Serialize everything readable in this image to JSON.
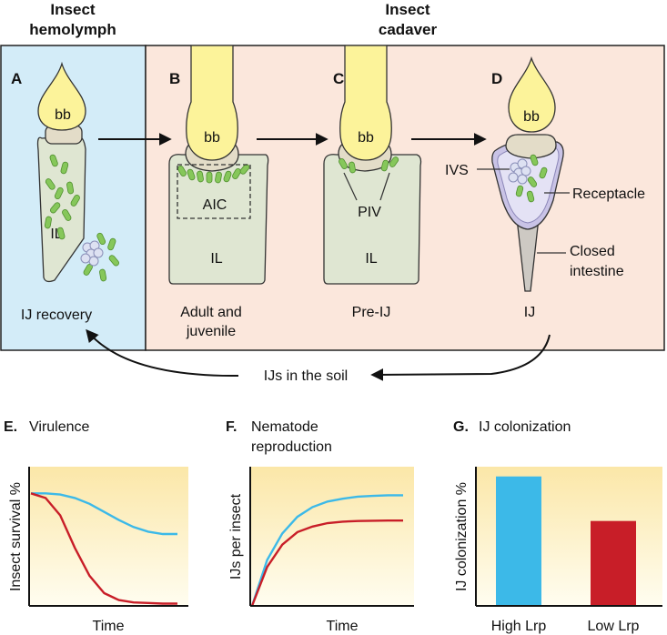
{
  "headers": {
    "left_line1": "Insect",
    "left_line2": "hemolymph",
    "right_line1": "Insect",
    "right_line2": "cadaver"
  },
  "panels": {
    "a": {
      "letter": "A",
      "bb": "bb",
      "region": "IL",
      "caption": "IJ recovery"
    },
    "b": {
      "letter": "B",
      "bb": "bb",
      "box": "AIC",
      "region": "IL",
      "caption_line1": "Adult and",
      "caption_line2": "juvenile"
    },
    "c": {
      "letter": "C",
      "bb": "bb",
      "region_top": "PIV",
      "region": "IL",
      "caption": "Pre-IJ"
    },
    "d": {
      "letter": "D",
      "bb": "bb",
      "ivs": "IVS",
      "receptacle": "Receptacle",
      "intestine_line1": "Closed",
      "intestine_line2": "intestine",
      "caption": "IJ"
    }
  },
  "cycle_label": "IJs in the soil",
  "colors": {
    "hemolymph_bg": "#d3ecf8",
    "cadaver_bg": "#fbe7dc",
    "bulb": "#fcf39a",
    "body": "#dfe6d2",
    "bacteria": "#86c75a",
    "receptacle": "#d9d7ee",
    "plot_bg_top": "#fbe7a8",
    "plot_bg_bottom": "#fffdf0",
    "high": "#3cb9e8",
    "low": "#c81e28"
  },
  "plots": {
    "e": {
      "letter": "E.",
      "title": "Virulence",
      "xlabel": "Time",
      "ylabel": "Insect survival %"
    },
    "f": {
      "letter": "F.",
      "title_line1": "Nematode",
      "title_line2": "reproduction",
      "xlabel": "Time",
      "ylabel": "IJs per insect"
    },
    "g": {
      "letter": "G.",
      "title": "IJ colonization",
      "ylabel": "IJ colonization %"
    }
  },
  "chart_data": [
    {
      "type": "line",
      "title": "Virulence",
      "xlabel": "Time",
      "ylabel": "Insect survival %",
      "x": [
        0,
        1,
        2,
        3,
        4,
        5,
        6,
        7,
        8,
        9,
        10
      ],
      "series": [
        {
          "values": [
            0.97,
            0.97,
            0.96,
            0.93,
            0.88,
            0.81,
            0.74,
            0.68,
            0.64,
            0.62,
            0.62
          ]
        },
        {
          "values": [
            0.97,
            0.93,
            0.78,
            0.5,
            0.26,
            0.11,
            0.05,
            0.03,
            0.025,
            0.02,
            0.02
          ]
        }
      ],
      "ylim": [
        0,
        1.2
      ],
      "grid": false
    },
    {
      "type": "line",
      "title": "Nematode reproduction",
      "xlabel": "Time",
      "ylabel": "IJs per insect",
      "x": [
        0,
        1,
        2,
        3,
        4,
        5,
        6,
        7,
        8,
        9,
        10
      ],
      "series": [
        {
          "values": [
            0.0,
            0.33,
            0.52,
            0.64,
            0.71,
            0.75,
            0.77,
            0.785,
            0.79,
            0.795,
            0.795
          ]
        },
        {
          "values": [
            0.0,
            0.28,
            0.44,
            0.53,
            0.57,
            0.595,
            0.605,
            0.61,
            0.612,
            0.613,
            0.613
          ]
        }
      ],
      "ylim": [
        0,
        1.0
      ],
      "grid": false
    },
    {
      "type": "bar",
      "title": "IJ colonization",
      "ylabel": "IJ colonization %",
      "categories": [
        "High Lrp",
        "Low Lrp"
      ],
      "values": [
        0.93,
        0.61
      ],
      "ylim": [
        0,
        1.0
      ],
      "grid": false
    }
  ]
}
